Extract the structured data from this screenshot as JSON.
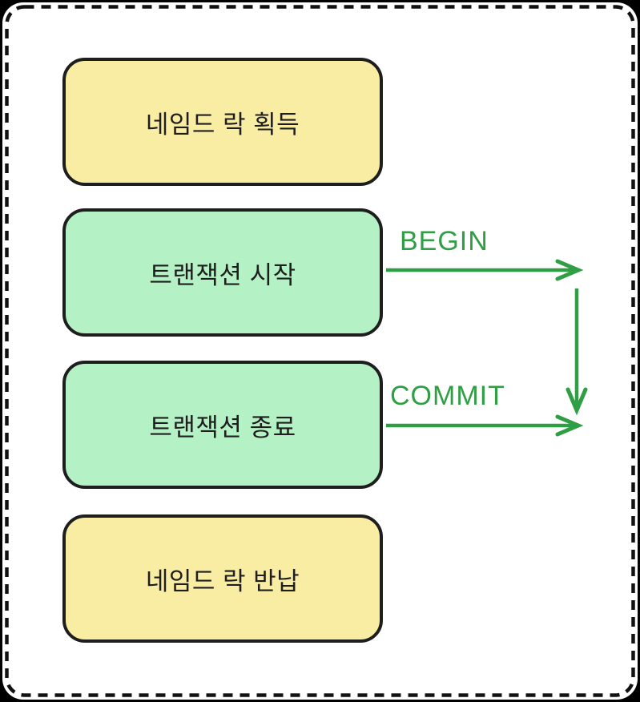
{
  "colors": {
    "background": "#000000",
    "panel_fill": "#ffffff",
    "panel_border": "#111111",
    "node_border": "#1e1e1e",
    "text_dark": "#1e1e1e",
    "yellow_fill": "#f9eca3",
    "green_fill": "#b4f1c4",
    "arrow_green": "#2f9e44"
  },
  "nodes": [
    {
      "id": "acquire-named-lock",
      "label": "네임드 락 획득",
      "fill": "yellow"
    },
    {
      "id": "transaction-start",
      "label": "트랜잭션 시작",
      "fill": "green"
    },
    {
      "id": "transaction-end",
      "label": "트랜잭션 종료",
      "fill": "green"
    },
    {
      "id": "release-named-lock",
      "label": "네임드 락 반납",
      "fill": "yellow"
    }
  ],
  "edge_labels": [
    {
      "text": "BEGIN"
    },
    {
      "text": "COMMIT"
    }
  ]
}
